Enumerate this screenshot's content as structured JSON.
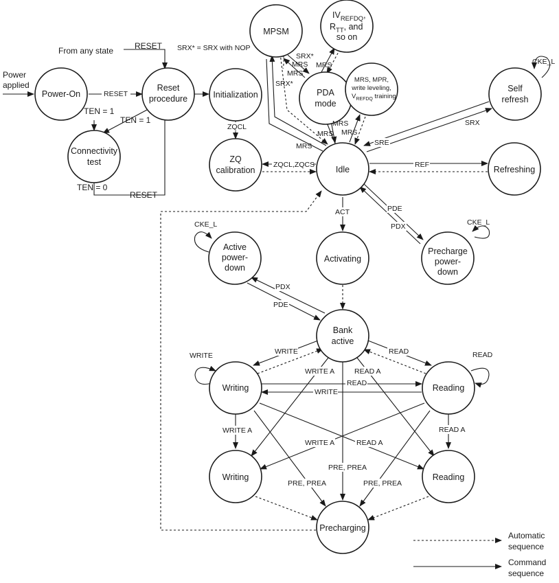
{
  "states": {
    "power_on": "Power-On",
    "reset_procedure": [
      "Reset",
      "procedure"
    ],
    "initialization": "Initialization",
    "connectivity_test": [
      "Connectivity",
      "test"
    ],
    "zq_calibration": [
      "ZQ",
      "calibration"
    ],
    "mpsm": "MPSM",
    "pda_mode": [
      "PDA",
      "mode"
    ],
    "ivrefdq": {
      "iv": "IV",
      "iv_sub": "REFDQ",
      "comma": ",",
      "r": "R",
      "r_sub": "TT",
      "and": ", and",
      "so_on": "so on"
    },
    "mrs_mpr": {
      "line1": "MRS, MPR,",
      "line2": "write leveling,",
      "v": "V",
      "v_sub": "REFDQ",
      "training": " training"
    },
    "self_refresh": [
      "Self",
      "refresh"
    ],
    "idle": "Idle",
    "refreshing": "Refreshing",
    "active_powerdown": [
      "Active",
      "power-",
      "down"
    ],
    "activating": "Activating",
    "precharge_powerdown": [
      "Precharge",
      "power-",
      "down"
    ],
    "bank_active": [
      "Bank",
      "active"
    ],
    "writing_top": "Writing",
    "reading_top": "Reading",
    "writing_bottom": "Writing",
    "reading_bottom": "Reading",
    "precharging": "Precharging"
  },
  "labels": {
    "power_applied": [
      "Power",
      "applied"
    ],
    "from_any_state": "From any state",
    "reset_top": "RESET",
    "srx_note": "SRX* = SRX with NOP",
    "reset_poweron": "RESET",
    "ten1_a": "TEN = 1",
    "ten1_b": "TEN = 1",
    "ten0": "TEN = 0",
    "reset_bottom": "RESET",
    "zqcl": "ZQCL",
    "zqcl_zqcs": "ZQCL,ZQCS",
    "srx_star_a": "SRX*",
    "srx_star_b": "SRX*",
    "mrs_1": "MRS",
    "mrs_2": "MRS",
    "mrs_3": "MRS",
    "mrs_4": "MRS",
    "mrs_5": "MRS",
    "mrs_6": "MRS",
    "mrs_7": "MRS",
    "cke_l_self": "CKE_L",
    "srx": "SRX",
    "sre": "SRE",
    "ref": "REF",
    "act": "ACT",
    "pde_pre": "PDE",
    "pdx_pre": "PDX",
    "cke_l_pre": "CKE_L",
    "cke_l_act": "CKE_L",
    "pdx_act": "PDX",
    "pde_act": "PDE",
    "write_self": "WRITE",
    "read_self": "READ",
    "write_ba": "WRITE",
    "read_ba": "READ",
    "write_a_ba": "WRITE A",
    "read_a_ba": "READ A",
    "read_cross": "READ",
    "write_cross": "WRITE",
    "write_a_left": "WRITE A",
    "read_a_right": "READ A",
    "write_a_mid": "WRITE A",
    "read_a_mid": "READ A",
    "pre_prea_left": "PRE, PREA",
    "pre_prea_mid": "PRE, PREA",
    "pre_prea_right": "PRE, PREA"
  },
  "legend": {
    "automatic": [
      "Automatic",
      "sequence"
    ],
    "command": [
      "Command",
      "sequence"
    ]
  }
}
